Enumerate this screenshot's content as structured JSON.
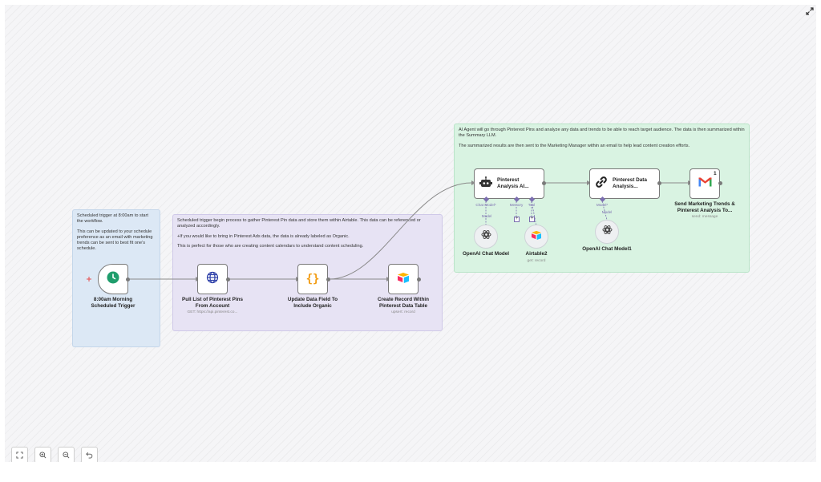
{
  "stickies": {
    "blue": {
      "p1": "Scheduled trigger at 8:00am to start the workflow.",
      "p2": "This can be updated to your schedule preference as an email with marketing trends can be sent to best fit one's schedule."
    },
    "purple": {
      "p1": "Scheduled trigger begin process to gather Pinterest Pin data and store them within Airtable. This data can be referenced or analyzed accordingly.",
      "p2": "+If you would like to bring in Pinterest Ads data, the data is already labeled as Organic.",
      "p3": "This is perfect for those who are creating content calendars to understand content scheduling."
    },
    "green": {
      "p1": "AI Agent will go through Pinterest Pins and analyze any data and trends to be able to reach target audience. The data is then summarized within the Summary LLM.",
      "p2": "The summarized results are then sent to the Marketing Manager within an email to help lead content creation efforts."
    }
  },
  "nodes": {
    "trigger": {
      "label": "8:00am Morning Scheduled Trigger",
      "icon": "clock-icon"
    },
    "pull": {
      "label": "Pull List of Pinterest Pins From Account",
      "sub": "GET: https://api.pinterest.co...",
      "icon": "globe-icon"
    },
    "update": {
      "label": "Update Data Field To Include Organic",
      "icon": "braces-icon"
    },
    "create": {
      "label": "Create Record Within Pinterest Data Table",
      "sub": "upsert: record",
      "icon": "airtable-icon"
    },
    "agent": {
      "label": "Pinterest Analysis AI...",
      "icon": "robot-icon"
    },
    "summary": {
      "label": "Pinterest Data Analysis...",
      "icon": "chain-link-icon"
    },
    "gmail": {
      "label": "Send Marketing Trends & Pinterest Analysis To...",
      "sub": "send: message",
      "badge": "1",
      "icon": "gmail-icon"
    },
    "openai1": {
      "label": "OpenAI Chat Model",
      "icon": "openai-icon"
    },
    "airtable2": {
      "label": "Airtable2",
      "sub": "get: record",
      "icon": "airtable-icon"
    },
    "openai2": {
      "label": "OpenAI Chat Model1",
      "icon": "openai-icon"
    }
  },
  "ports": {
    "agent_chat_model": "Chat Model*",
    "agent_memory": "Memory",
    "agent_tool": "Tool",
    "summary_model": "Model*",
    "edge_model_1": "Model",
    "edge_model_2": "Model"
  },
  "colors": {
    "sticky_blue": "#dce8f5",
    "sticky_purple": "#e7e3f4",
    "sticky_green": "#d9f3e2",
    "connection": "#8a8a8a",
    "ai_connection": "#7c6fb0",
    "trigger_accent": "#1f9d6c",
    "globe": "#2d3fa8",
    "braces": "#f29b10"
  },
  "controls": [
    "fit-view",
    "zoom-in",
    "zoom-out",
    "undo"
  ]
}
